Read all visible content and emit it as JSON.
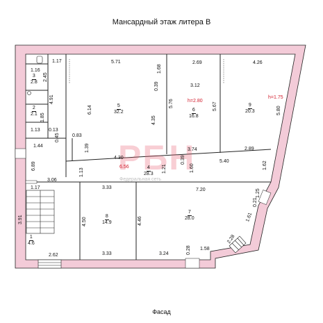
{
  "title": "Мансардный этаж литера В",
  "facade_label": "Фасад",
  "watermark": {
    "logo": "РБН",
    "sub": "Федеральная сеть"
  },
  "colors": {
    "wall": "#f3cbd8",
    "wall_edge": "#222222",
    "line": "#222222",
    "accent": "#d21c2c"
  },
  "heights": [
    "h=2.80",
    "h=1.75"
  ],
  "rooms": [
    {
      "id": "1",
      "area": "4.6"
    },
    {
      "id": "2",
      "area": "2.1"
    },
    {
      "id": "3",
      "area": "2.8"
    },
    {
      "id": "4",
      "area": "28.3"
    },
    {
      "id": "5",
      "area": "32.2"
    },
    {
      "id": "6",
      "area": "16.8"
    },
    {
      "id": "7",
      "area": "28.0"
    },
    {
      "id": "8",
      "area": "14.9"
    },
    {
      "id": "9",
      "area": "20.3"
    }
  ],
  "dims": {
    "d117a": "1.17",
    "d571": "5.71",
    "d168": "1.68",
    "d269": "2.69",
    "d426": "4.26",
    "d116": "1.16",
    "d245": "2.45",
    "d039": "0.39",
    "d312": "3.12",
    "d491": "4.91",
    "d576": "5.76",
    "d567": "5.67",
    "d580": "5.80",
    "d614": "6.14",
    "d185": "1.85",
    "d435": "4.35",
    "d013": "0.13",
    "d113a": "1.13",
    "d083": "0.83",
    "d045": "0.45",
    "d144": "1.44",
    "d139": "1.39",
    "d374": "3.74",
    "d289": "2.89",
    "d430": "4.30",
    "d540": "5.40",
    "d039b": "0.39",
    "d162": "1.62",
    "d689": "6.89",
    "d656": "6.56",
    "d113b": "1.13",
    "d121": "1.21",
    "d160": "1.60",
    "d306": "3.06",
    "d333a": "3.33",
    "d720": "7.20",
    "d125": "1.25",
    "d021": "0.21",
    "d117b": "1.17",
    "d391": "3.91",
    "d450": "4.50",
    "d446": "4.46",
    "d161": "1.61",
    "d228": "2.28",
    "d333b": "3.33",
    "d324": "3.24",
    "d028": "0.28",
    "d158": "1.58",
    "d262": "2.62"
  }
}
